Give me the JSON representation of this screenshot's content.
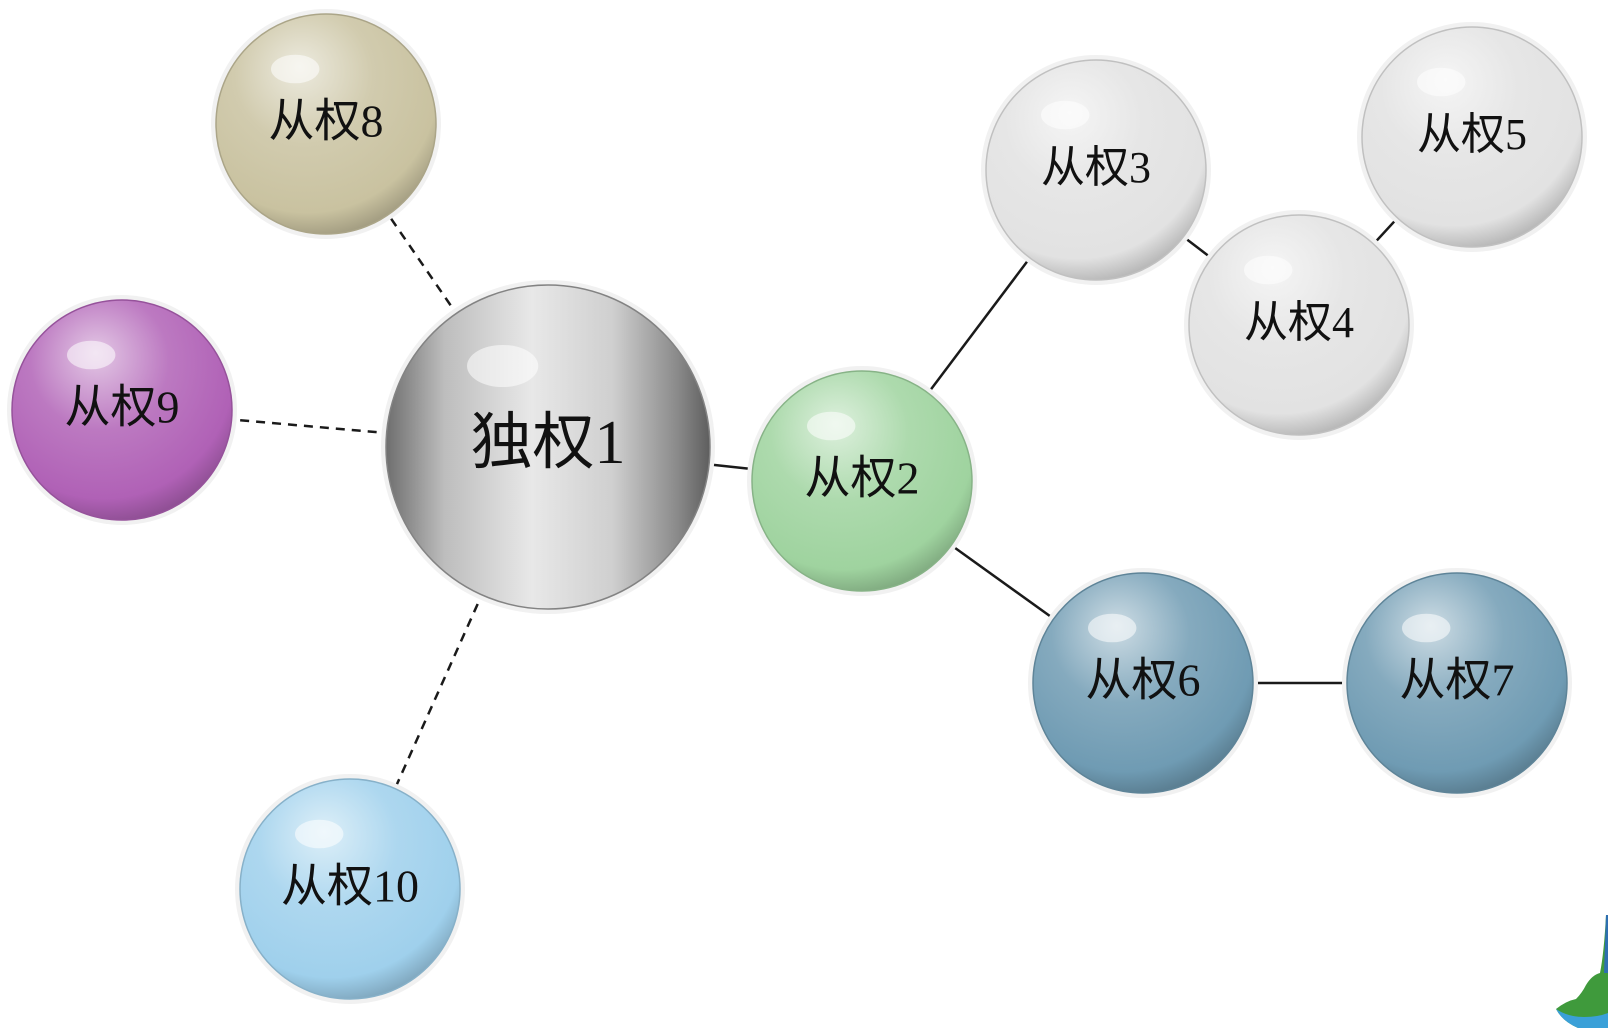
{
  "nodes": [
    {
      "id": "n1",
      "label": "独权1",
      "color": "#9a9a9a",
      "kind": "main"
    },
    {
      "id": "n2",
      "label": "从权2",
      "color": "#9fd39f"
    },
    {
      "id": "n3",
      "label": "从权3",
      "color": "#e2e2e2"
    },
    {
      "id": "n4",
      "label": "从权4",
      "color": "#e2e2e2"
    },
    {
      "id": "n5",
      "label": "从权5",
      "color": "#e2e2e2"
    },
    {
      "id": "n6",
      "label": "从权6",
      "color": "#6f9bb3"
    },
    {
      "id": "n7",
      "label": "从权7",
      "color": "#6f9bb3"
    },
    {
      "id": "n8",
      "label": "从权8",
      "color": "#c9c2a0"
    },
    {
      "id": "n9",
      "label": "从权9",
      "color": "#b061b6"
    },
    {
      "id": "n10",
      "label": "从权10",
      "color": "#9fd0ec"
    }
  ],
  "edges": [
    {
      "from": "n1",
      "to": "n2",
      "style": "solid"
    },
    {
      "from": "n2",
      "to": "n3",
      "style": "solid"
    },
    {
      "from": "n3",
      "to": "n4",
      "style": "solid"
    },
    {
      "from": "n4",
      "to": "n5",
      "style": "solid"
    },
    {
      "from": "n2",
      "to": "n6",
      "style": "solid"
    },
    {
      "from": "n6",
      "to": "n7",
      "style": "solid"
    },
    {
      "from": "n1",
      "to": "n8",
      "style": "dashed"
    },
    {
      "from": "n1",
      "to": "n9",
      "style": "dashed"
    },
    {
      "from": "n1",
      "to": "n10",
      "style": "dashed"
    }
  ]
}
